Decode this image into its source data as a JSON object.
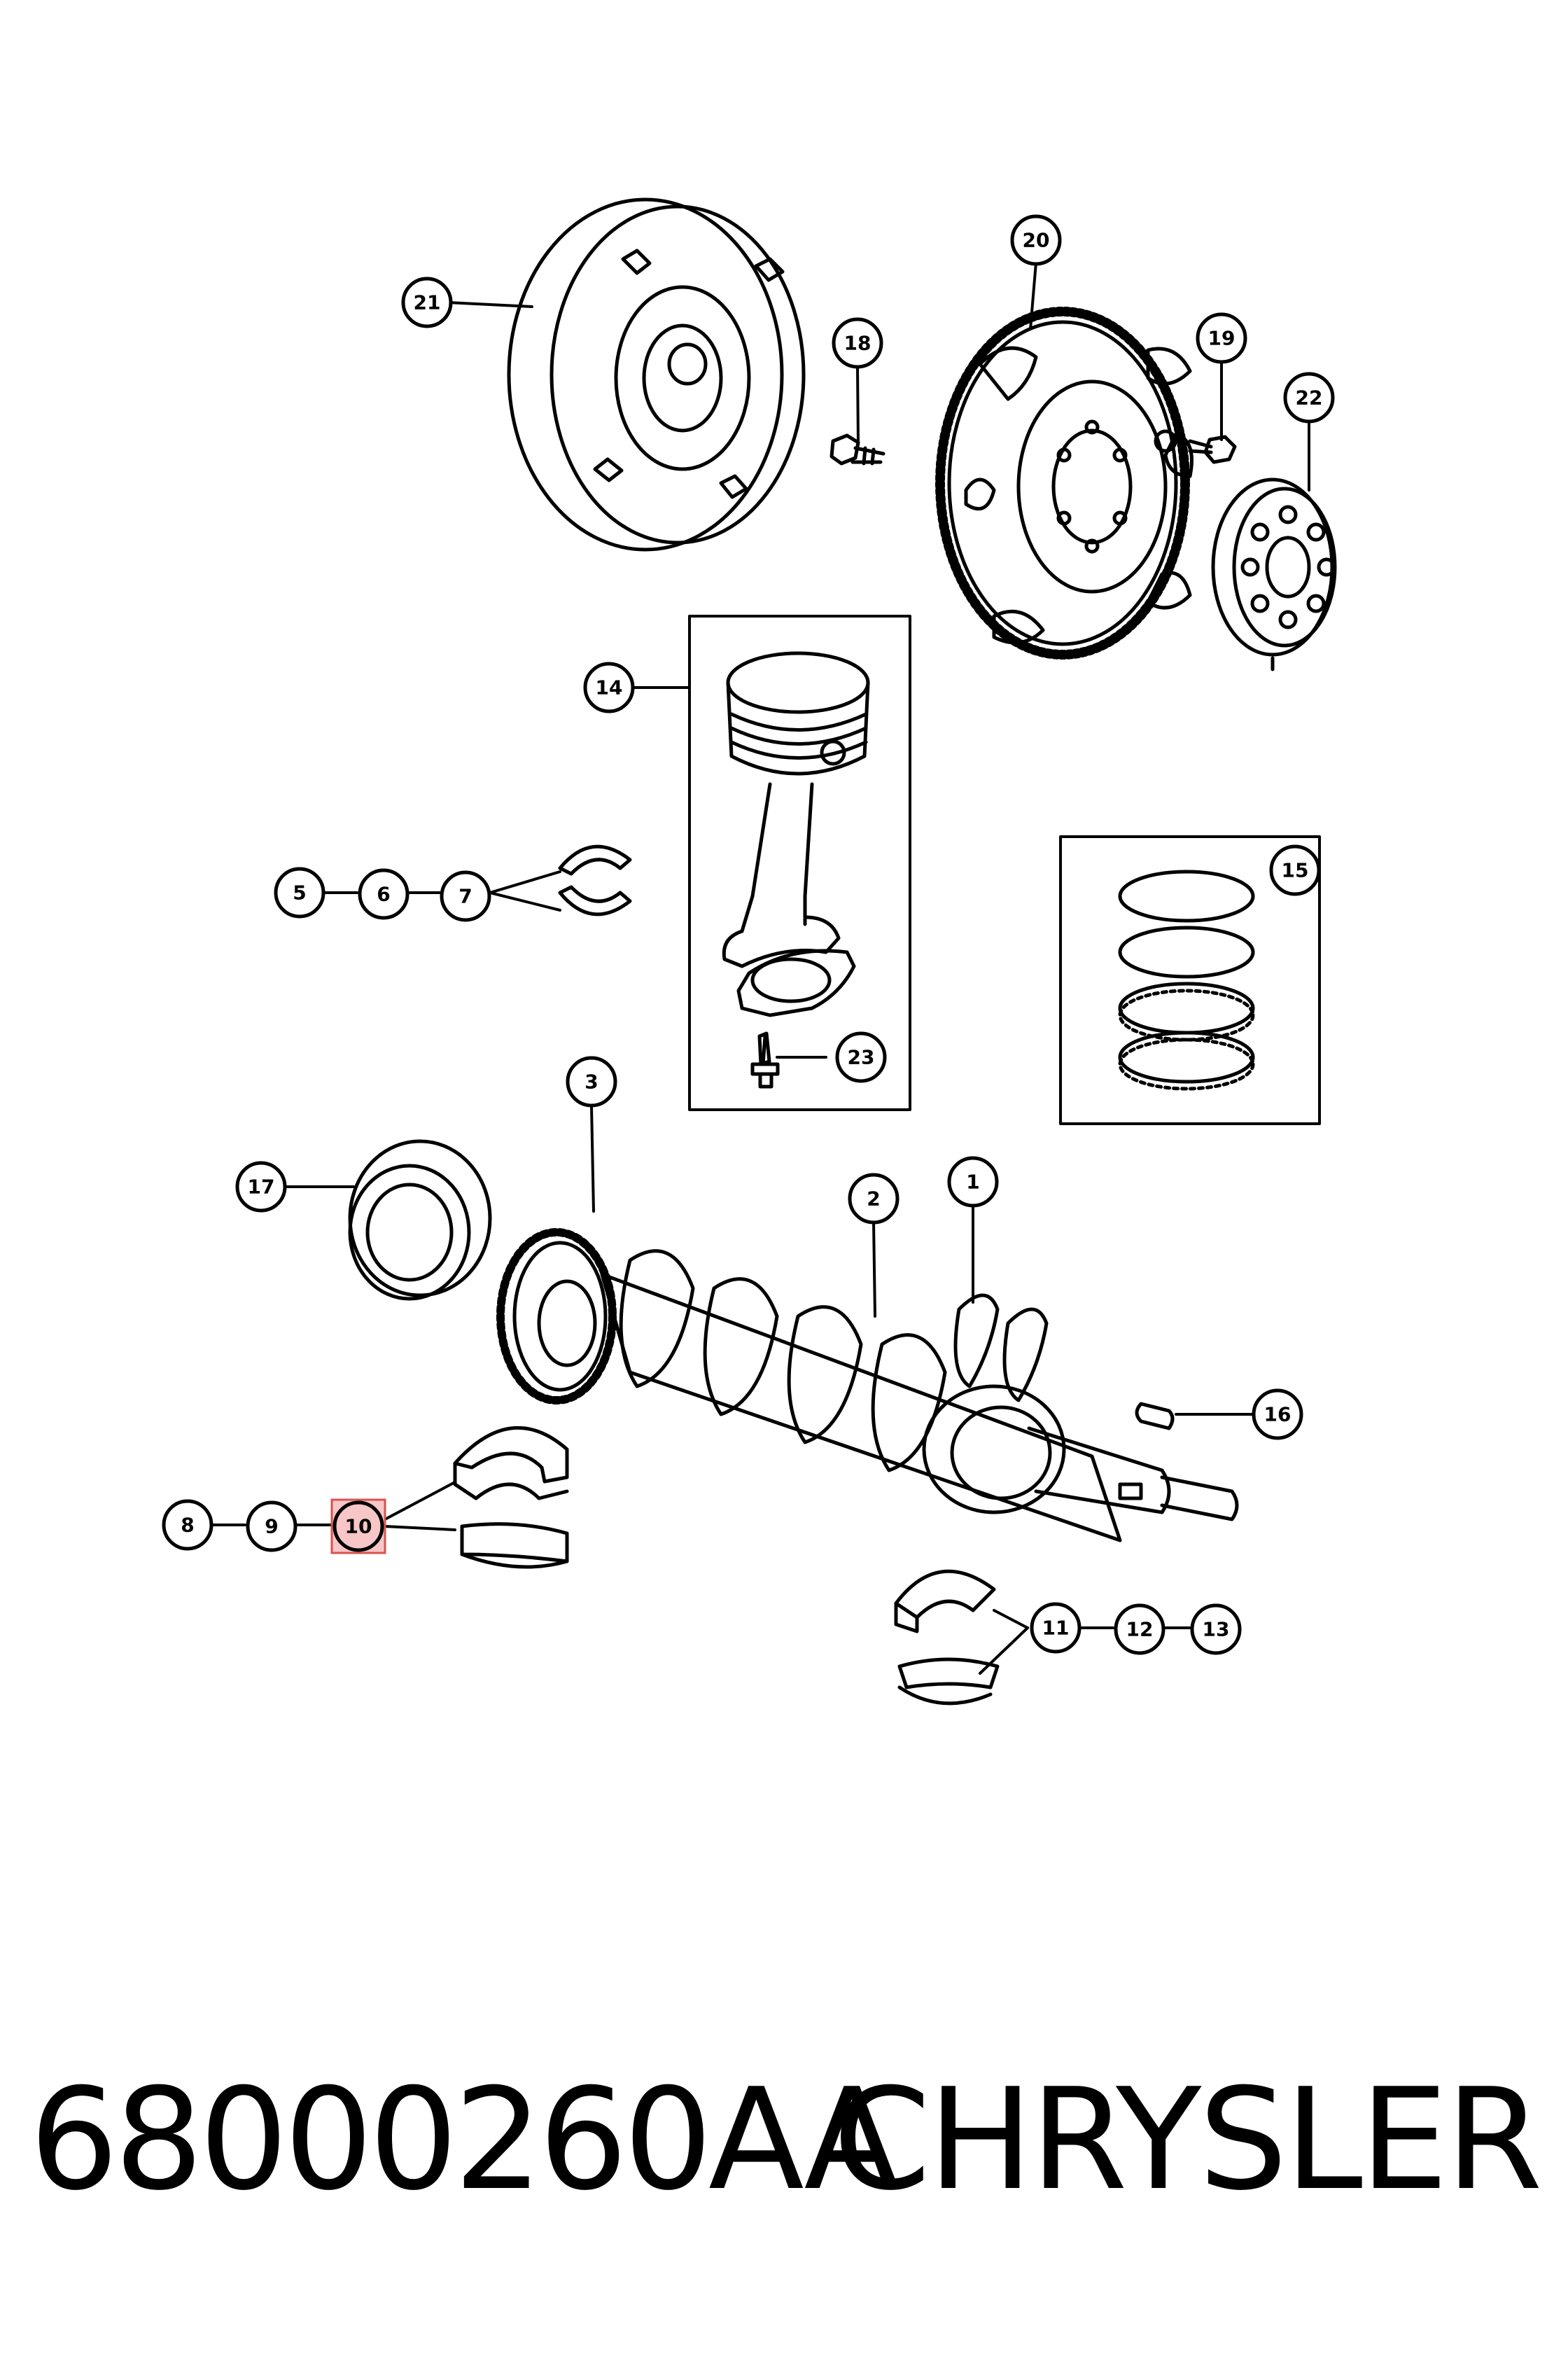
{
  "callouts": [
    {
      "id": "c1",
      "label": "1"
    },
    {
      "id": "c2",
      "label": "2"
    },
    {
      "id": "c3",
      "label": "3"
    },
    {
      "id": "c5",
      "label": "5"
    },
    {
      "id": "c6",
      "label": "6"
    },
    {
      "id": "c7",
      "label": "7"
    },
    {
      "id": "c8",
      "label": "8"
    },
    {
      "id": "c9",
      "label": "9"
    },
    {
      "id": "c10",
      "label": "10",
      "highlighted": true
    },
    {
      "id": "c11",
      "label": "11"
    },
    {
      "id": "c12",
      "label": "12"
    },
    {
      "id": "c13",
      "label": "13"
    },
    {
      "id": "c14",
      "label": "14"
    },
    {
      "id": "c15",
      "label": "15"
    },
    {
      "id": "c16",
      "label": "16"
    },
    {
      "id": "c17",
      "label": "17"
    },
    {
      "id": "c18",
      "label": "18"
    },
    {
      "id": "c19",
      "label": "19"
    },
    {
      "id": "c20",
      "label": "20"
    },
    {
      "id": "c21",
      "label": "21"
    },
    {
      "id": "c22",
      "label": "22"
    },
    {
      "id": "c23",
      "label": "23"
    }
  ],
  "footer": {
    "part_number": "68000260AA",
    "brand": "CHRYSLER"
  },
  "colors": {
    "line": "#000000",
    "highlight_fill": "#f7c6c7",
    "highlight_stroke": "#d9534f"
  }
}
